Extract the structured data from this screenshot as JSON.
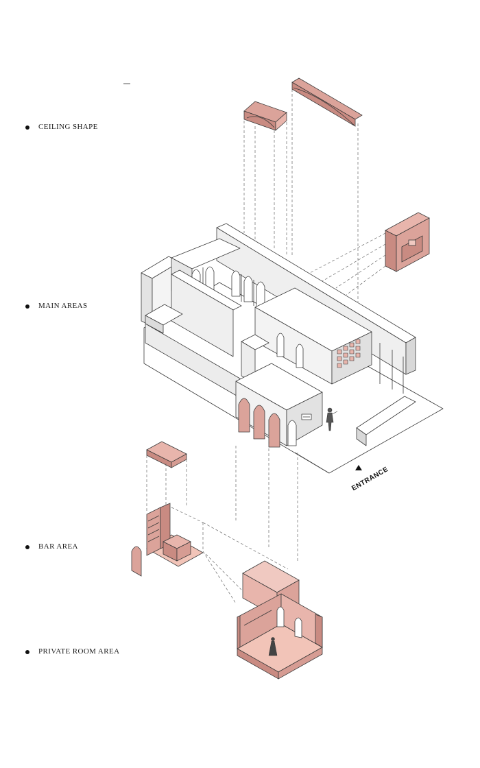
{
  "labels": {
    "ceiling": "CEILING SHAPE",
    "main": "MAIN  AREAS",
    "bar": "BAR AREA",
    "private": "PRIVATE ROOM AREA"
  },
  "entrance": "ENTRANCE",
  "colors": {
    "wall": "#ffffff",
    "wall_shade": "#e3e3e3",
    "line": "#3a3a3a",
    "accent": "#dba39a",
    "accent_dark": "#c98b82",
    "accent_light": "#f0c9c1",
    "floor_accent": "#f2c4b8"
  }
}
